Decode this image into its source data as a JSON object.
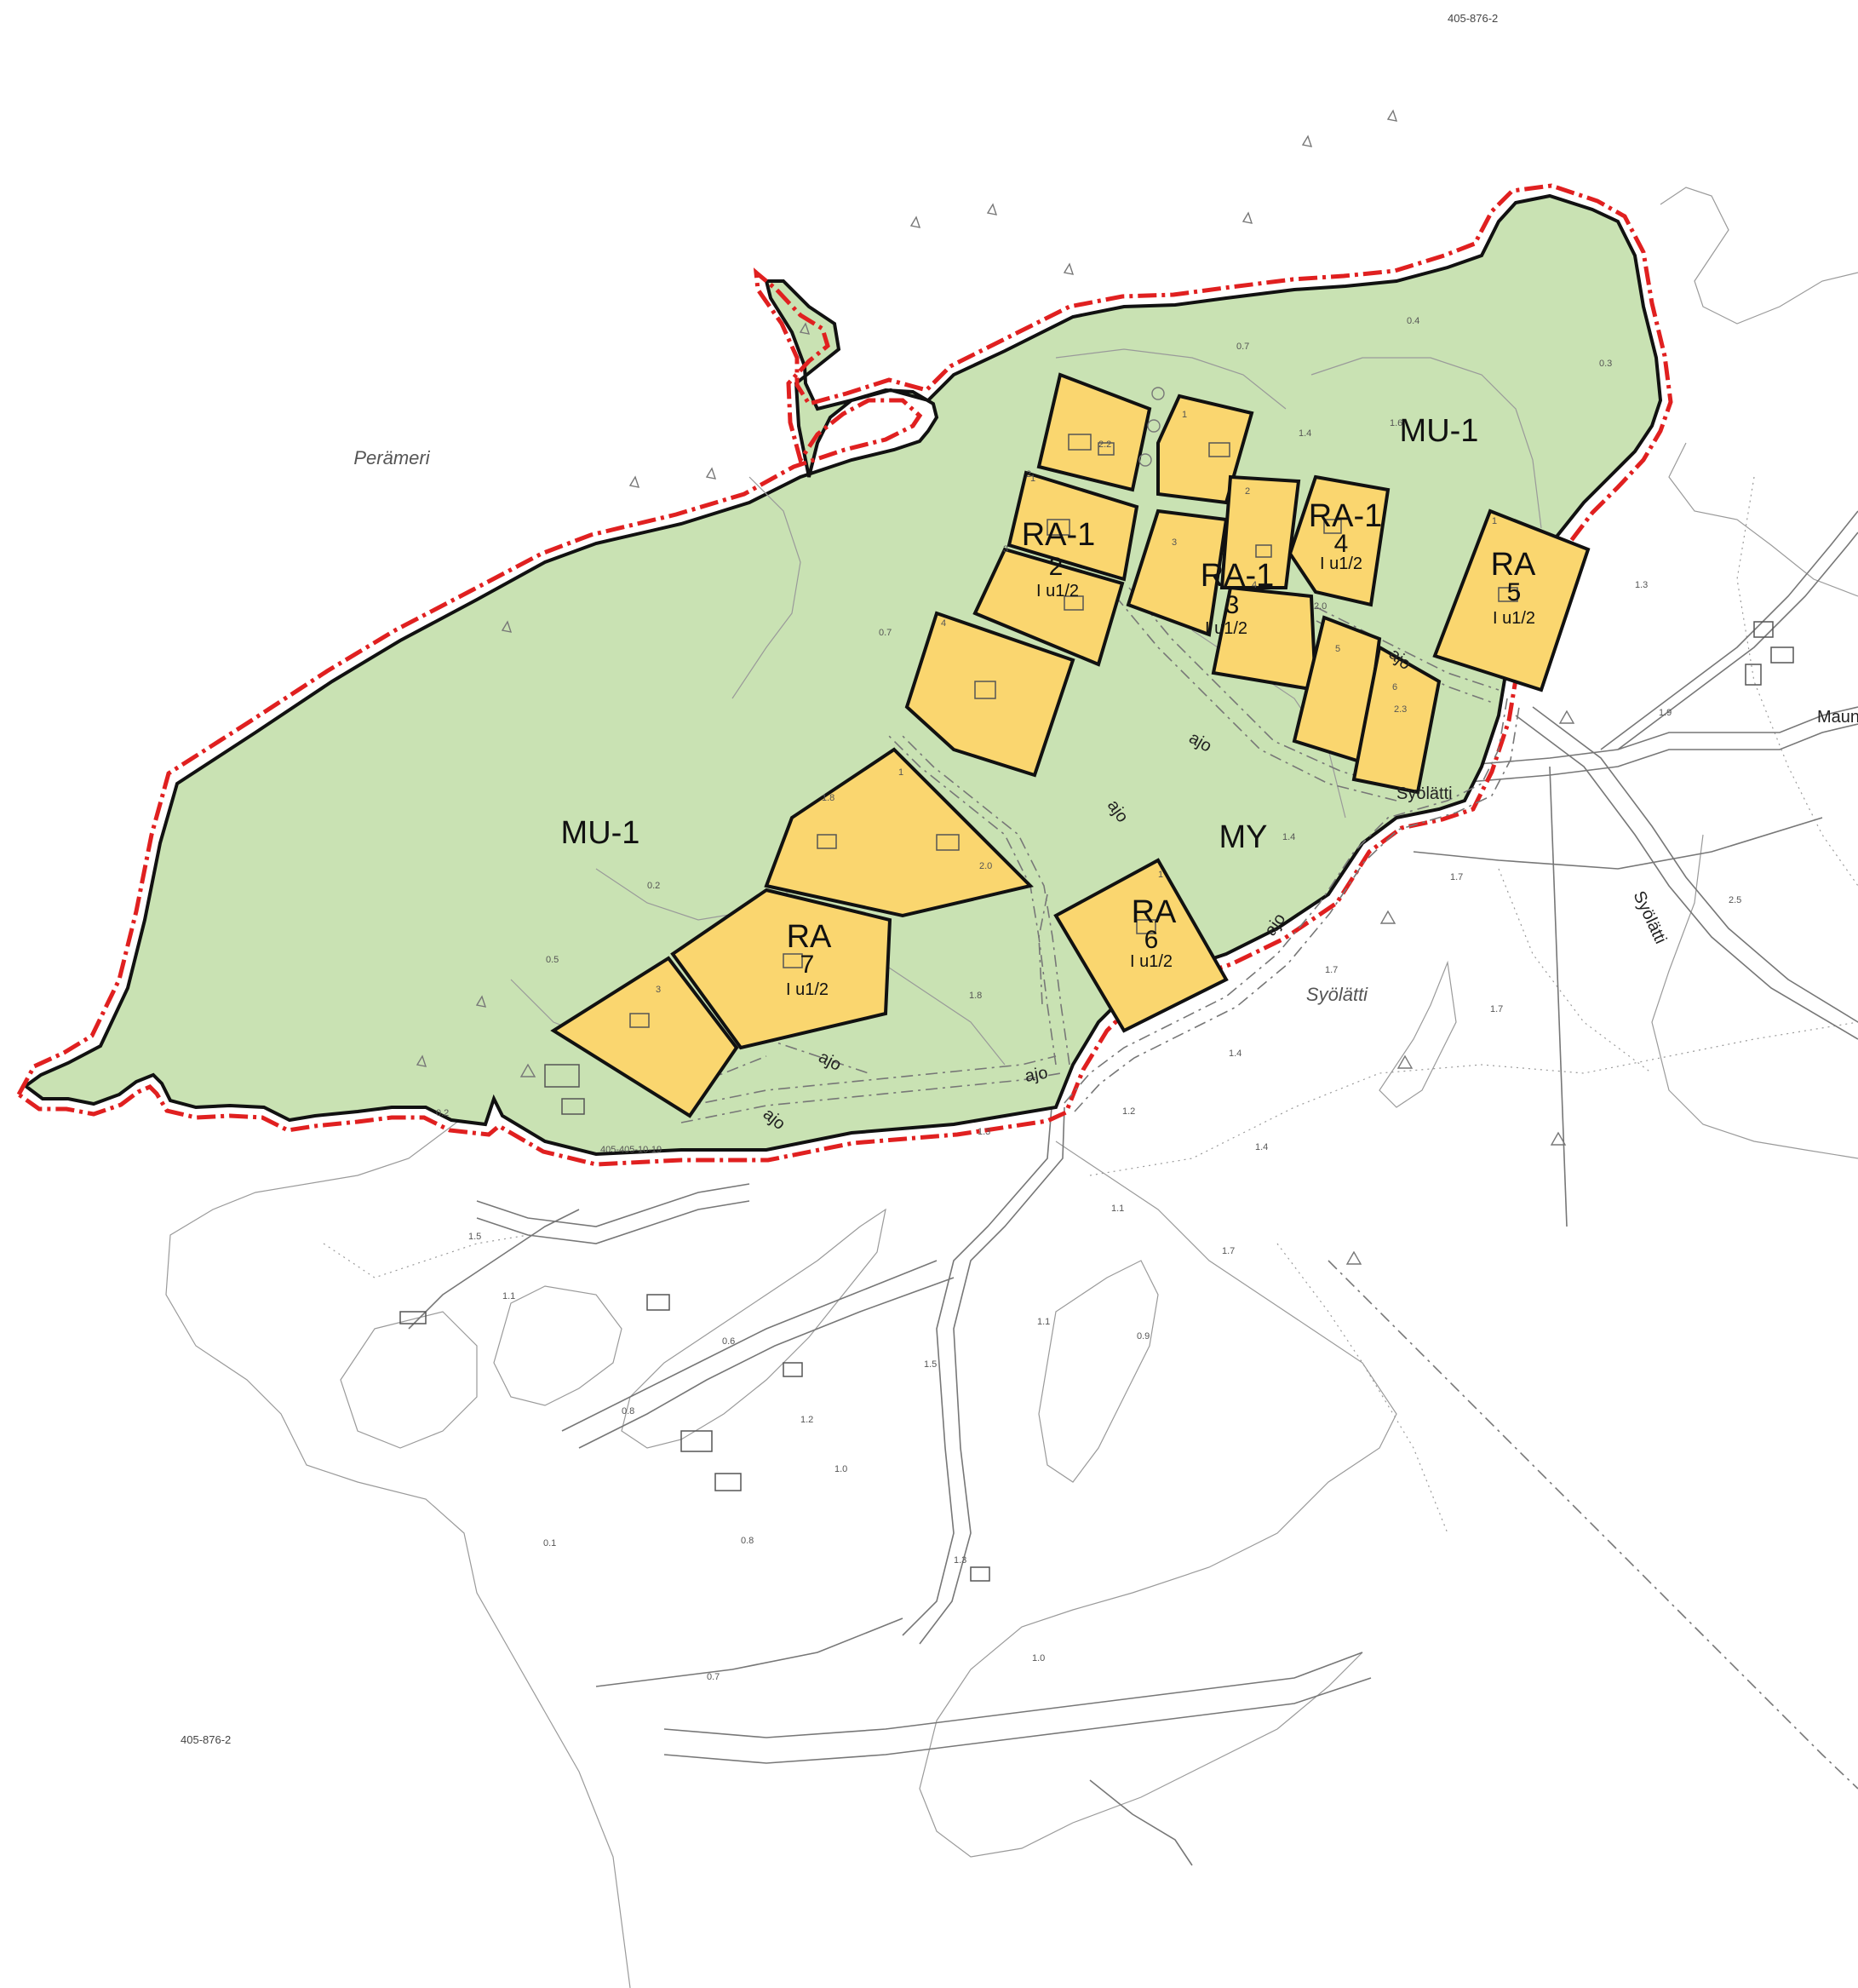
{
  "colors": {
    "green_area": "#c9e2b3",
    "yellow_plot": "#fad66f",
    "boundary_red": "#e02020",
    "boundary_black": "#111111",
    "background": "#ffffff"
  },
  "sheet_labels": {
    "top_right": "405-876-2",
    "bottom_left": "405-876-2",
    "parcel": "405-405-10-19"
  },
  "places": {
    "sea": "Perämeri",
    "village": "Syölätti",
    "road_syolatti": "Syölätti",
    "road_syolatti_2": "Syölätti",
    "road_mauni": "Mauni"
  },
  "zones": {
    "mu1_west": "MU-1",
    "mu1_northeast": "MU-1",
    "my": "MY"
  },
  "plots": [
    {
      "code": "RA-1",
      "number": "2",
      "rule": "I u1/2"
    },
    {
      "code": "RA-1",
      "number": "3",
      "rule": "I u1/2"
    },
    {
      "code": "RA-1",
      "number": "4",
      "rule": "I u1/2"
    },
    {
      "code": "RA",
      "number": "5",
      "rule": "I u1/2"
    },
    {
      "code": "RA",
      "number": "6",
      "rule": "I u1/2"
    },
    {
      "code": "RA",
      "number": "7",
      "rule": "I u1/2"
    }
  ],
  "road_labels": [
    "ajo",
    "ajo",
    "ajo",
    "ajo",
    "ajo",
    "ajo"
  ],
  "sub_numbers": [
    "1",
    "2",
    "3",
    "4",
    "1",
    "2",
    "3",
    "4",
    "5",
    "6",
    "1",
    "3",
    "1",
    "1"
  ],
  "elevations": [
    "0.7",
    "0.4",
    "0.3",
    "1.4",
    "1.6",
    "2.2",
    "2.0",
    "2.3",
    "1.3",
    "1.9",
    "0.7",
    "1.8",
    "2.0",
    "1.4",
    "0.2",
    "0.5",
    "1.8",
    "1.7",
    "1.7",
    "1.4",
    "1.7",
    "1.2",
    "1.3",
    "1.4",
    "1.1",
    "1.7",
    "1.5",
    "1.1",
    "0.6",
    "1.5",
    "1.1",
    "0.9",
    "1.2",
    "1.0",
    "0.1",
    "0.8",
    "1.3",
    "0.8",
    "1.0",
    "0.2",
    "0.7",
    "2.5"
  ]
}
